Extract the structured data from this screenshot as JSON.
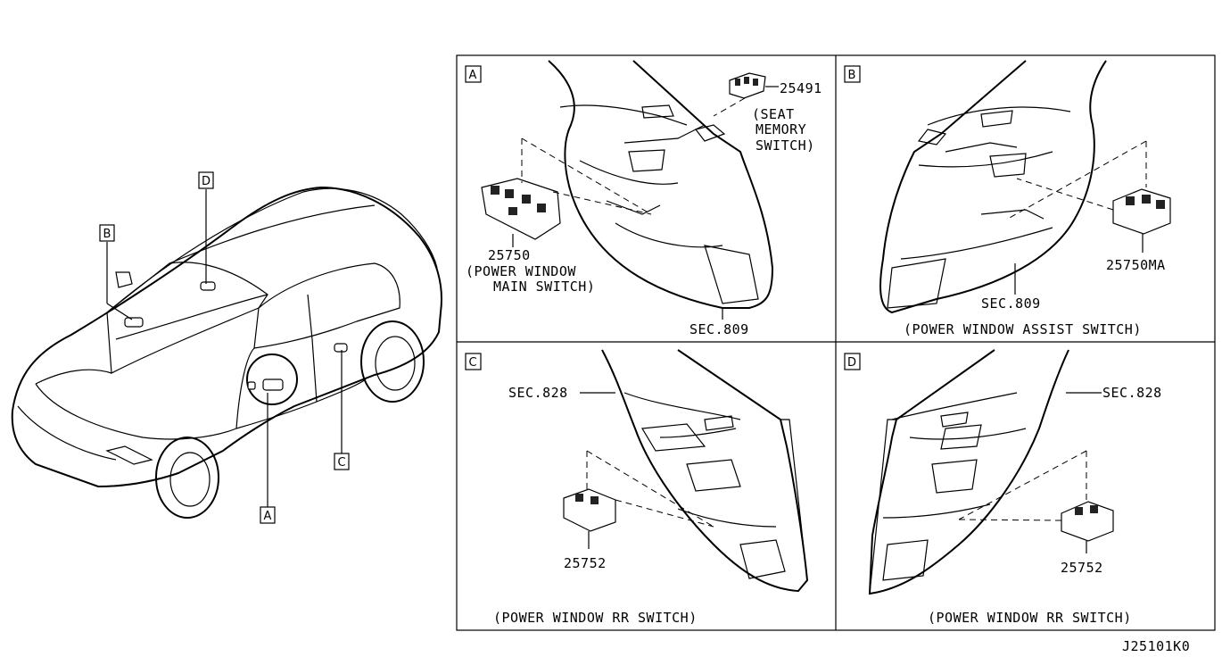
{
  "vehicle_callouts": [
    "A",
    "B",
    "C",
    "D"
  ],
  "panels": {
    "A": {
      "tag": "A",
      "part_seat": "25491",
      "seat_desc": [
        "(SEAT",
        "MEMORY",
        "SWITCH)"
      ],
      "part_main": "25750",
      "main_desc": [
        "(POWER WINDOW",
        "MAIN SWITCH)"
      ],
      "sec": "SEC.809"
    },
    "B": {
      "tag": "B",
      "part": "25750MA",
      "sec": "SEC.809",
      "caption": "(POWER WINDOW ASSIST SWITCH)"
    },
    "C": {
      "tag": "C",
      "sec": "SEC.828",
      "part": "25752",
      "caption": "(POWER WINDOW RR SWITCH)"
    },
    "D": {
      "tag": "D",
      "sec": "SEC.828",
      "part": "25752",
      "caption": "(POWER WINDOW RR SWITCH)"
    }
  },
  "diagram_id": "J25101K0"
}
